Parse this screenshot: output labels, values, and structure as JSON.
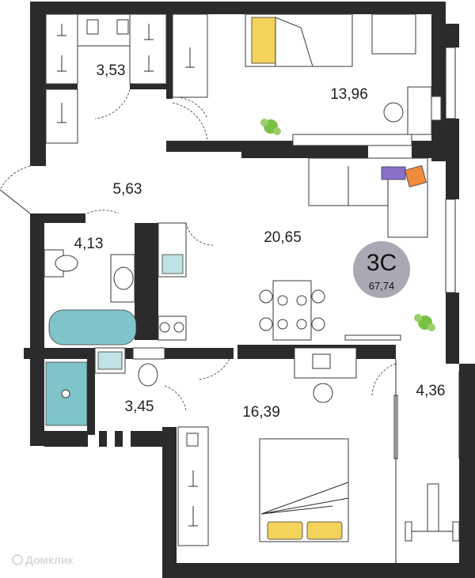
{
  "rooms": [
    {
      "id": "wardrobe",
      "area": "3,53"
    },
    {
      "id": "bedroom-top",
      "area": "13,96"
    },
    {
      "id": "hall",
      "area": "5,63"
    },
    {
      "id": "bathroom-top",
      "area": "4,13"
    },
    {
      "id": "living-kitchen",
      "area": "20,65"
    },
    {
      "id": "bathroom-bottom",
      "area": "3,45"
    },
    {
      "id": "bedroom-bottom",
      "area": "16,39"
    },
    {
      "id": "storage",
      "area": "4,36"
    }
  ],
  "badge": {
    "code": "3С",
    "total_area": "67,74",
    "color": "#a9a9b3"
  },
  "watermark": {
    "text": "Домклик"
  },
  "colors": {
    "wall": "#2b2b2e",
    "bath_water": "#7fc4c9",
    "bedding": "#f3d35b",
    "plant": "#79c143",
    "pillow_purple": "#8b6fc9",
    "pillow_orange": "#f08a3c"
  }
}
